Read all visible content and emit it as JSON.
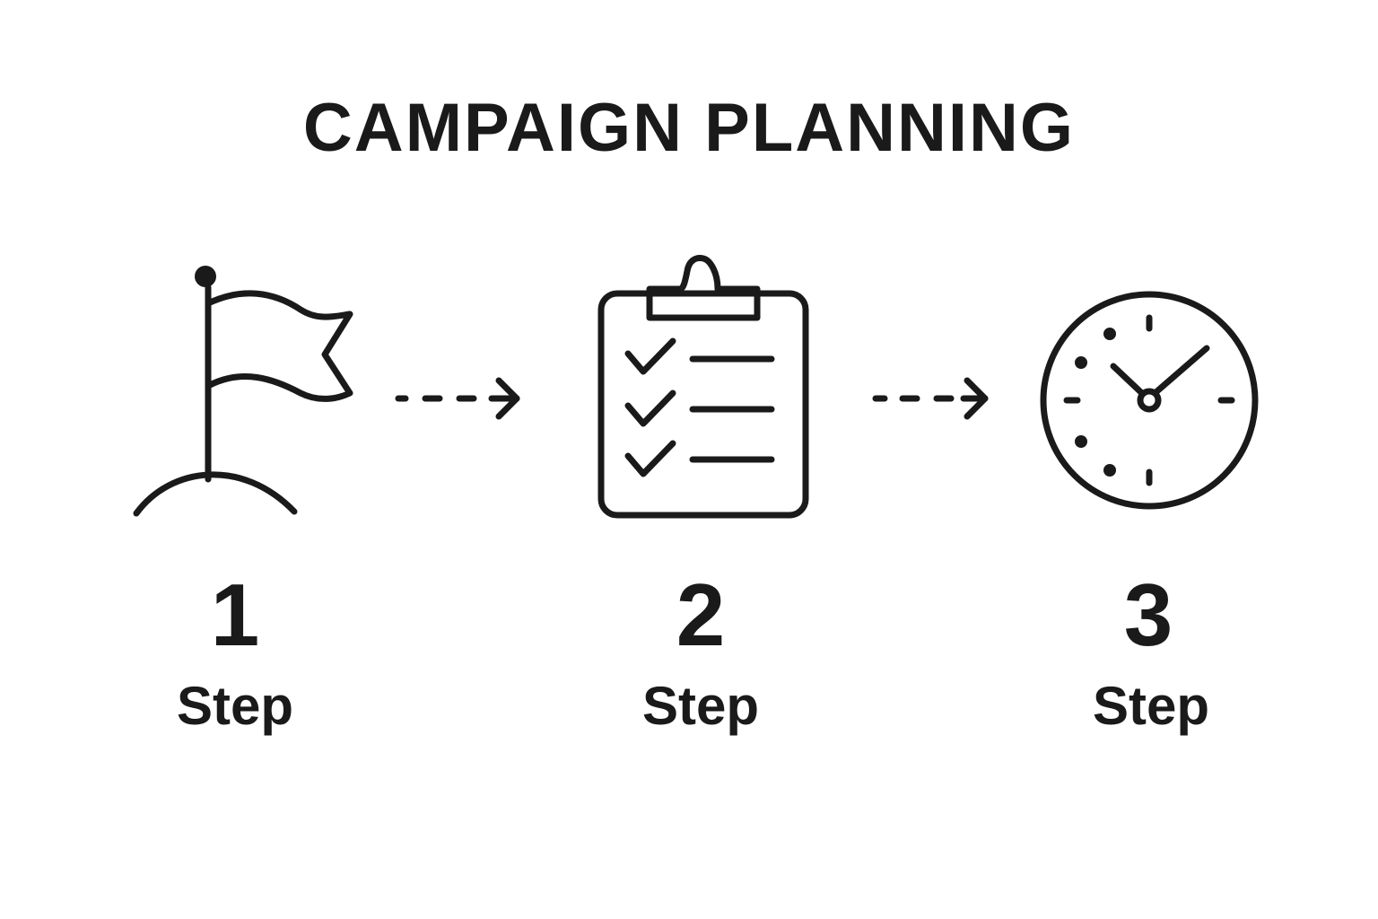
{
  "title": "CAMPAIGN PLANNING",
  "ink_color": "#1a1a1a",
  "steps": [
    {
      "number": "1",
      "label": "Step",
      "icon": "flag-icon"
    },
    {
      "number": "2",
      "label": "Step",
      "icon": "clipboard-checklist-icon"
    },
    {
      "number": "3",
      "label": "Step",
      "icon": "clock-icon"
    }
  ],
  "connectors": [
    {
      "icon": "dotted-arrow-right-icon"
    },
    {
      "icon": "dotted-arrow-right-icon"
    }
  ]
}
